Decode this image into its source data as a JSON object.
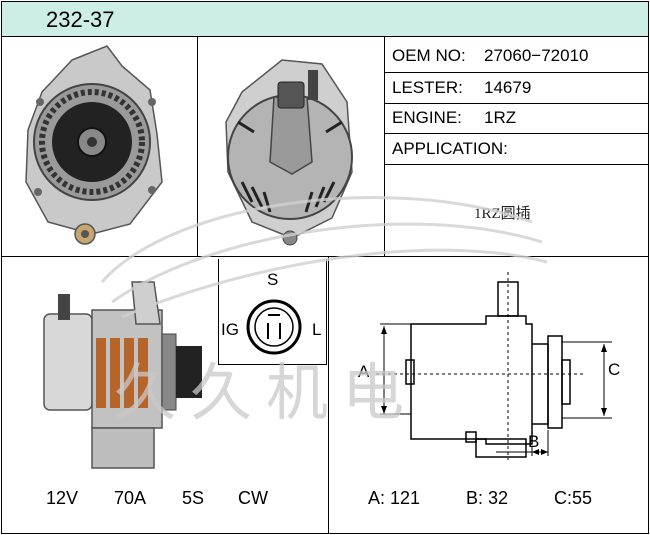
{
  "header": {
    "code": "232-37"
  },
  "info": {
    "oem_label": "OEM NO:",
    "oem_value": "27060−72010",
    "lester_label": "LESTER:",
    "lester_value": "14679",
    "engine_label": "ENGINE:",
    "engine_value": "1RZ",
    "application_label": "APPLICATION:",
    "note": "1RZ圆插"
  },
  "connector": {
    "top": "S",
    "left": "IG",
    "right": "L"
  },
  "specs": {
    "voltage": "12V",
    "amperage": "70A",
    "pulley": "5S",
    "rotation": "CW"
  },
  "dimensions": {
    "a": "A: 121",
    "b": "B: 32",
    "c": "C:55"
  },
  "drawing_labels": {
    "a": "A",
    "b": "B",
    "c": "C"
  },
  "watermark": "久久机电"
}
